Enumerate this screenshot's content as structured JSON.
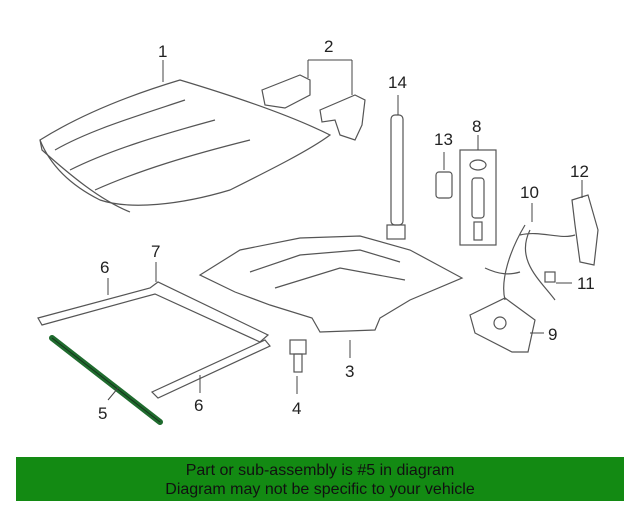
{
  "callouts": {
    "c1": "1",
    "c2": "2",
    "c3": "3",
    "c4": "4",
    "c5": "5",
    "c6a": "6",
    "c6b": "6",
    "c7": "7",
    "c8": "8",
    "c9": "9",
    "c10": "10",
    "c11": "11",
    "c12": "12",
    "c13": "13",
    "c14": "14"
  },
  "banner": {
    "line1": "Part or sub-assembly is #5 in diagram",
    "line2": "Diagram may not be specific to your vehicle"
  },
  "colors": {
    "banner_bg": "#138a13",
    "highlight_part": "#1f6b2e"
  }
}
